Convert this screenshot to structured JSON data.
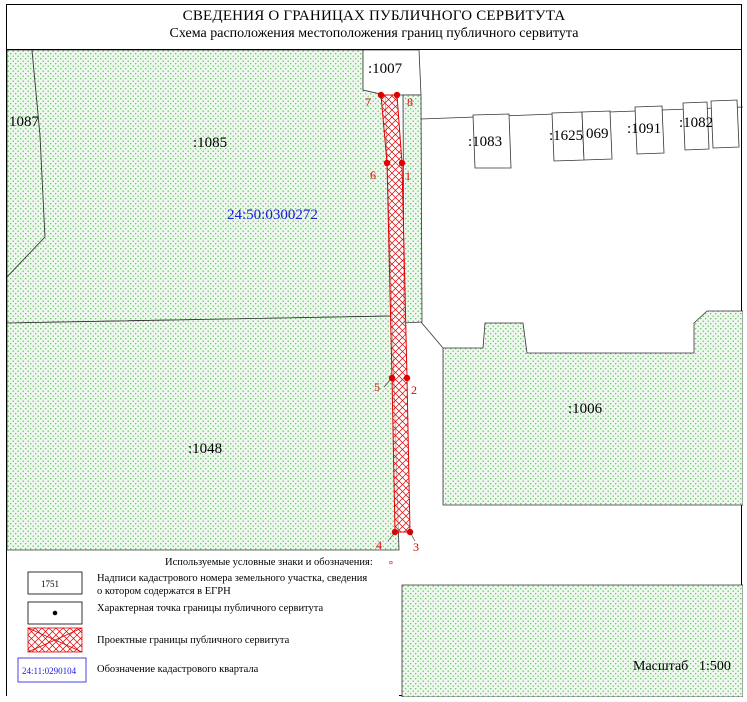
{
  "header": {
    "title": "СВЕДЕНИЯ О ГРАНИЦАХ ПУБЛИЧНОГО СЕРВИТУТА",
    "subtitle": "Схема расположения местоположения границ публичного сервитута"
  },
  "parcels": {
    "p1007": ":1007",
    "p1087": "1087",
    "p1085": ":1085",
    "p1083": ":1083",
    "p1625": ":1625",
    "p069": "069",
    "p1091": ":1091",
    "p1082": ":1082",
    "p1048": ":1048",
    "p1006": ":1006"
  },
  "quarter_label": "24:50:0300272",
  "points": [
    {
      "n": "1"
    },
    {
      "n": "2"
    },
    {
      "n": "3"
    },
    {
      "n": "4"
    },
    {
      "n": "5"
    },
    {
      "n": "6"
    },
    {
      "n": "7"
    },
    {
      "n": "8"
    }
  ],
  "legend": {
    "heading": "Используемые условные знаки и обозначения:",
    "item1_sample": "1751",
    "item1_line1": "Надписи кадастрового номера земельного участка, сведения",
    "item1_line2": "о котором содержатся в ЕГРН",
    "item2_text": "Характерная точка границы публичного сервитута",
    "item3_text": "Проектные границы публичного сервитута",
    "item4_sample": "24:11:0290104",
    "item4_text": "Обозначение кадастрового квартала"
  },
  "scale": {
    "label": "Масштаб",
    "value": "1:500"
  },
  "colors": {
    "parcel_fill": "#e6f5e6",
    "parcel_dot": "#5fb85f",
    "servitude": "#e00000",
    "quarter_text": "#1a1ae0"
  }
}
